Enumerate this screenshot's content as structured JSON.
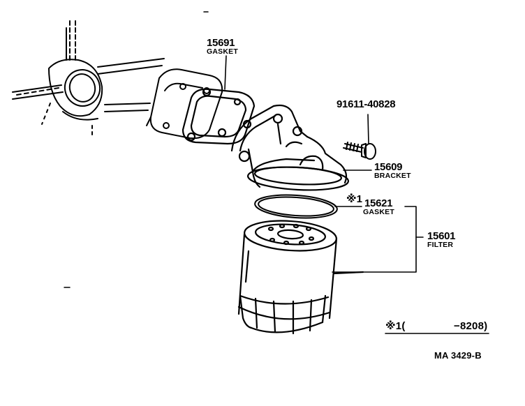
{
  "parts": [
    {
      "id": "gasket-upper",
      "number": "15691",
      "name": "GASKET"
    },
    {
      "id": "bolt",
      "number": "91611-40828"
    },
    {
      "id": "bracket",
      "number": "15609",
      "name": "BRACKET"
    },
    {
      "id": "gasket-ring",
      "marker": "※1",
      "number": "15621",
      "name": "GASKET"
    },
    {
      "id": "filter",
      "number": "15601",
      "name": "FILTER"
    }
  ],
  "footnote": {
    "marker": "※1",
    "open": "(",
    "range": "−8208)"
  },
  "diagram_code": "MA 3429-B"
}
